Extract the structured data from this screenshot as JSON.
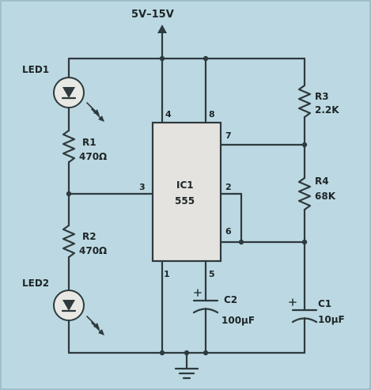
{
  "colors": {
    "background": "#bcd9e3",
    "ic_body": "#e5e3df",
    "wire": "#2e3a3d",
    "led_body": "#e8e8e4"
  },
  "supply": {
    "label": "5V–15V"
  },
  "ic": {
    "name": "IC1",
    "part": "555",
    "pins": {
      "p1": "1",
      "p2": "2",
      "p3": "3",
      "p4": "4",
      "p5": "5",
      "p6": "6",
      "p7": "7",
      "p8": "8"
    }
  },
  "components": {
    "led1": {
      "ref": "LED1"
    },
    "led2": {
      "ref": "LED2"
    },
    "r1": {
      "ref": "R1",
      "value": "470Ω"
    },
    "r2": {
      "ref": "R2",
      "value": "470Ω"
    },
    "r3": {
      "ref": "R3",
      "value": "2.2K"
    },
    "r4": {
      "ref": "R4",
      "value": "68K"
    },
    "c1": {
      "ref": "C1",
      "value": "10µF"
    },
    "c2": {
      "ref": "C2",
      "value": "100µF"
    }
  },
  "icons": {
    "supply": "arrow-up-icon",
    "ground": "ground-icon",
    "led": "led-icon",
    "resistor": "resistor-icon",
    "capacitor": "capacitor-icon"
  }
}
